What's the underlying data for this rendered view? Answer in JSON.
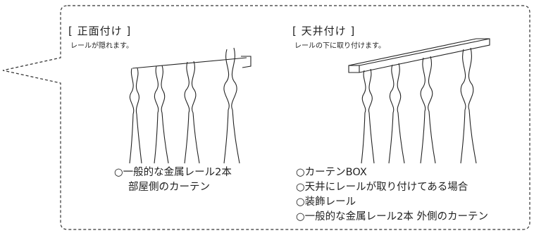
{
  "front": {
    "heading": "[ 正面付け ]",
    "note": "レールが隠れます。",
    "items": [
      "○一般的な金属レール2本",
      "部屋側のカーテン"
    ]
  },
  "ceiling": {
    "heading": "[ 天井付け ]",
    "note": "レールの下に取り付けます。",
    "items": [
      "○カーテンBOX",
      "○天井にレールが取り付けてある場合",
      "○装飾レール",
      "○一般的な金属レール2本 外側のカーテン"
    ]
  }
}
